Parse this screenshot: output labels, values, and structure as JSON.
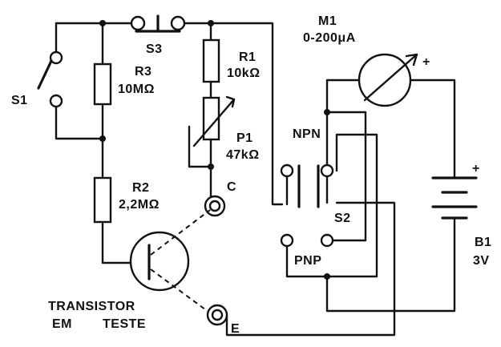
{
  "labels": {
    "s1": "S1",
    "s3": "S3",
    "r3_name": "R3",
    "r3_value": "10MΩ",
    "r1_name": "R1",
    "r1_value": "10kΩ",
    "m1_name": "M1",
    "m1_range": "0-200μA",
    "m1_plus": "+",
    "p1_name": "P1",
    "p1_value": "47kΩ",
    "npn": "NPN",
    "r2_name": "R2",
    "r2_value": "2,2MΩ",
    "c_terminal": "C",
    "s2": "S2",
    "b1_name": "B1",
    "b1_value": "3V",
    "b1_plus": "+",
    "pnp": "PNP",
    "transistor_line1": "TRANSISTOR",
    "transistor_line2_a": "EM",
    "transistor_line2_b": "TESTE",
    "e_terminal": "E"
  }
}
